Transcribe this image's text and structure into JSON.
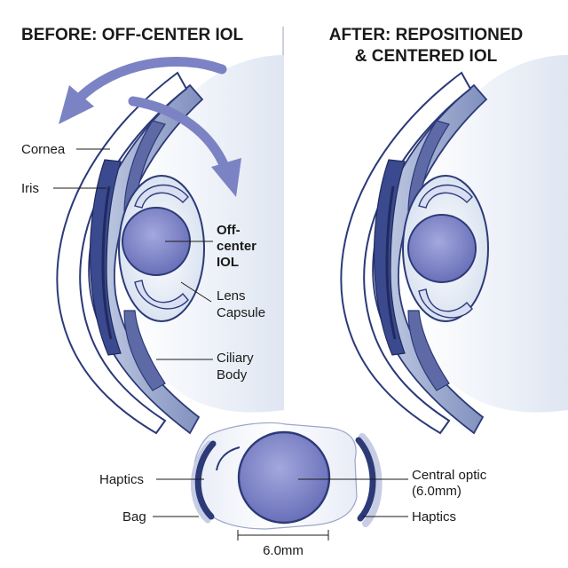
{
  "titles": {
    "before": "BEFORE: OFF-CENTER IOL",
    "after_line1": "AFTER: REPOSITIONED",
    "after_line2": "& CENTERED IOL"
  },
  "labels": {
    "cornea": "Cornea",
    "iris": "Iris",
    "offcenter_1": "Off-",
    "offcenter_2": "center",
    "offcenter_3": "IOL",
    "lens_1": "Lens",
    "lens_2": "Capsule",
    "ciliary_1": "Ciliary",
    "ciliary_2": "Body"
  },
  "detail": {
    "haptics_left": "Haptics",
    "bag": "Bag",
    "central_optic_1": "Central optic",
    "central_optic_2": "(6.0mm)",
    "haptics_right": "Haptics",
    "dimension": "6.0mm"
  },
  "colors": {
    "optic": "#7f84c8",
    "dark_blue": "#2c3a78",
    "iris": "#3b4a8e",
    "arrow": "#7c83c4",
    "tissue": "#8e9cc6"
  }
}
